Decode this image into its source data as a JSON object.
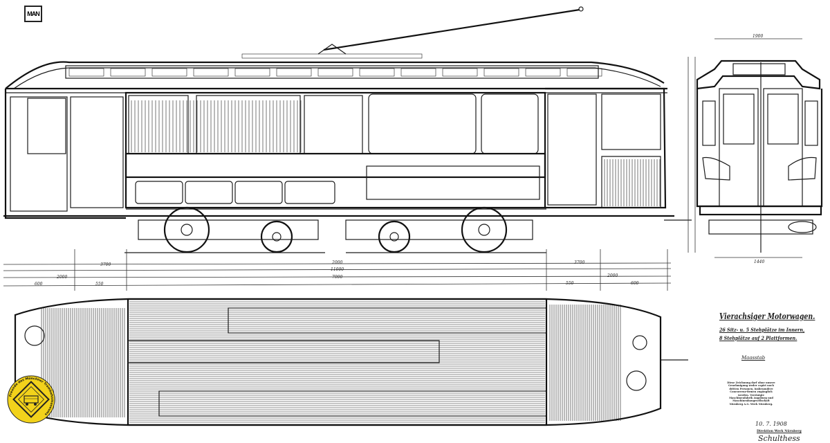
{
  "logo": {
    "text": "MAN"
  },
  "title_block": {
    "title": "Vierachsiger Motorwagen.",
    "capacity_line_1": "26 Sitz- u. 5 Stehplätze im Innern,",
    "capacity_line_2": "8 Stehplätze auf 2 Plattformen.",
    "scale": "Maasstab",
    "note": "Diese Zeichnung darf ohne unsere Genehmigung weder copirt noch dritten Personen, insbesondere Concurrenz-firmen zugänglich werden. Vereinigte Maschinenfabrik Augsburg und Maschinenbaugesellschaft Nürnberg A.G. Werk Nürnberg.",
    "date": "10. 7. 1908",
    "firm": "Direktion Werk Nürnberg",
    "signature": "Schulthess"
  },
  "dimensions": {
    "left_overhang": "3700",
    "bogie_centers": "2000",
    "overall_length": "11000",
    "body_length": "7000",
    "right_overhang": "3700",
    "left_platform": "2000",
    "left_step": "600",
    "left_step_2": "550",
    "right_platform": "2000",
    "right_step": "550",
    "right_step_2": "600",
    "end_width_top": "1900",
    "end_width_bottom": "1440"
  },
  "badge": {
    "color": "#f2d21b",
    "text": "Freunde des Münchner Trambahnmuseums"
  },
  "colors": {
    "ink": "#1a1a1a",
    "paper": "#ffffff"
  }
}
